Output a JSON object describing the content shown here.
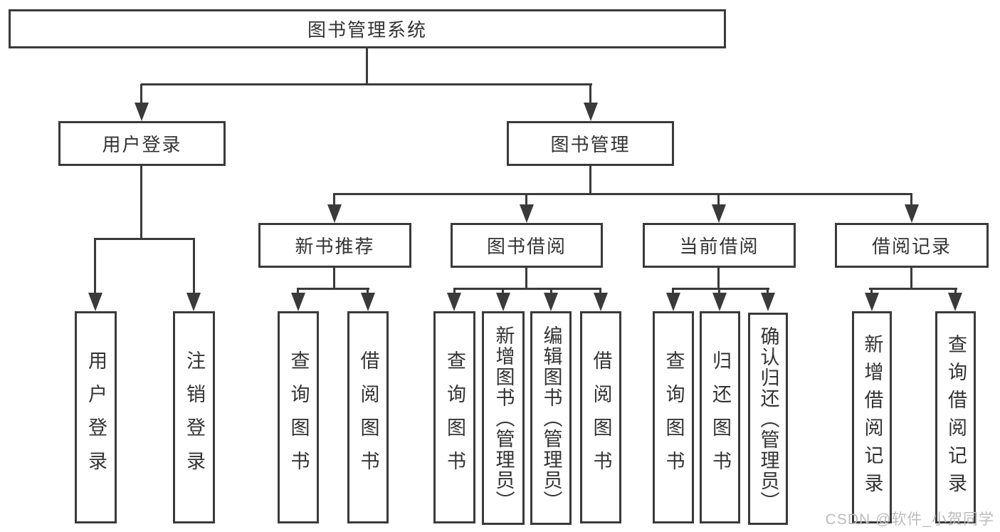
{
  "title": "图书管理系统",
  "tree": {
    "root": {
      "label": "图书管理系统"
    },
    "level2": [
      {
        "label": "用户登录",
        "children": [
          {
            "label": "用户登录"
          },
          {
            "label": "注销登录"
          }
        ]
      },
      {
        "label": "图书管理",
        "children": [
          {
            "label": "新书推荐",
            "children": [
              {
                "label": "查询图书"
              },
              {
                "label": "借阅图书"
              }
            ]
          },
          {
            "label": "图书借阅",
            "children": [
              {
                "label": "查询图书"
              },
              {
                "label": "新增图书（管理员）"
              },
              {
                "label": "编辑图书（管理员）"
              },
              {
                "label": "借阅图书"
              }
            ]
          },
          {
            "label": "当前借阅",
            "children": [
              {
                "label": "查询图书"
              },
              {
                "label": "归还图书"
              },
              {
                "label": "确认归还（管理员）"
              }
            ]
          },
          {
            "label": "借阅记录",
            "children": [
              {
                "label": "新增借阅记录"
              },
              {
                "label": "查询借阅记录"
              }
            ]
          }
        ]
      }
    ]
  },
  "watermark": {
    "text": "CSDN @软件_小贺同学"
  },
  "colors": {
    "line": "#3a3a3a",
    "text": "#333333",
    "background": "#ffffff",
    "watermark": "#bcbcbc"
  }
}
